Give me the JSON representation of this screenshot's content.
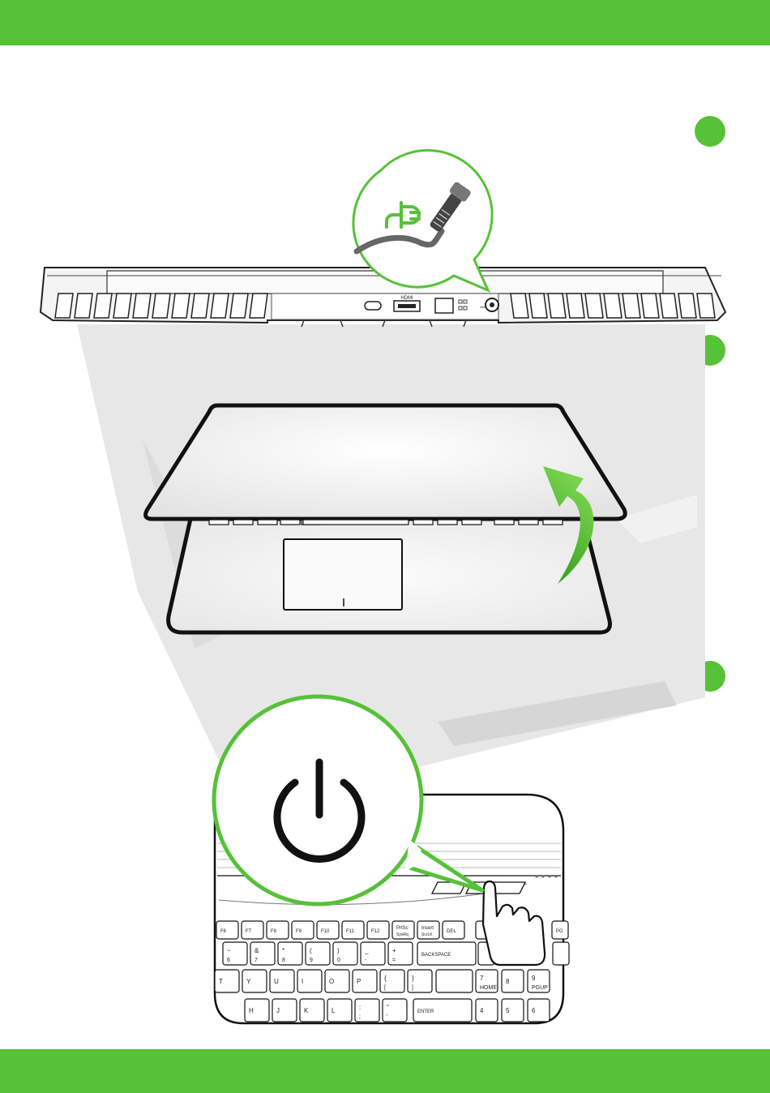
{
  "brand_color": "#57c138",
  "ports": {
    "hdmi_label": "HDMI"
  },
  "keyboard": {
    "row_fn": [
      "F6",
      "F7",
      "F8",
      "F9",
      "F10",
      "F11",
      "F12",
      "PrtSc",
      "Insert",
      "DEL"
    ],
    "prtsc_sub": "SysRq",
    "insert_sub": "ScrLK",
    "row_num_top": [
      "~",
      "&",
      "*",
      "(",
      ")",
      "_",
      "+"
    ],
    "row_num_main": [
      "6",
      "7",
      "8",
      "9",
      "0",
      "-",
      "="
    ],
    "backspace": "BACKSPACE",
    "row_q": [
      "T",
      "Y",
      "U",
      "I",
      "O",
      "P",
      "{",
      "}"
    ],
    "row_q_sub": [
      "",
      "",
      "",
      "",
      "",
      "",
      "[",
      "]"
    ],
    "row_a": [
      "H",
      "J",
      "K",
      "L",
      ":",
      "\""
    ],
    "row_a_sub": [
      "",
      "",
      "",
      "",
      ";",
      "'"
    ],
    "enter": "ENTER",
    "numpad_7": "7",
    "numpad_7_sub": "HOME",
    "numpad_8": "8",
    "numpad_9": "9",
    "numpad_9_sub": "PGUP",
    "numpad_4": "4",
    "numpad_5": "5",
    "numpad_6": "6",
    "pg_label": "PG"
  },
  "icons": {
    "power": "power-icon",
    "plug": "power-plug-icon",
    "arrow": "lid-open-arrow-icon",
    "finger": "pointing-hand-icon"
  }
}
